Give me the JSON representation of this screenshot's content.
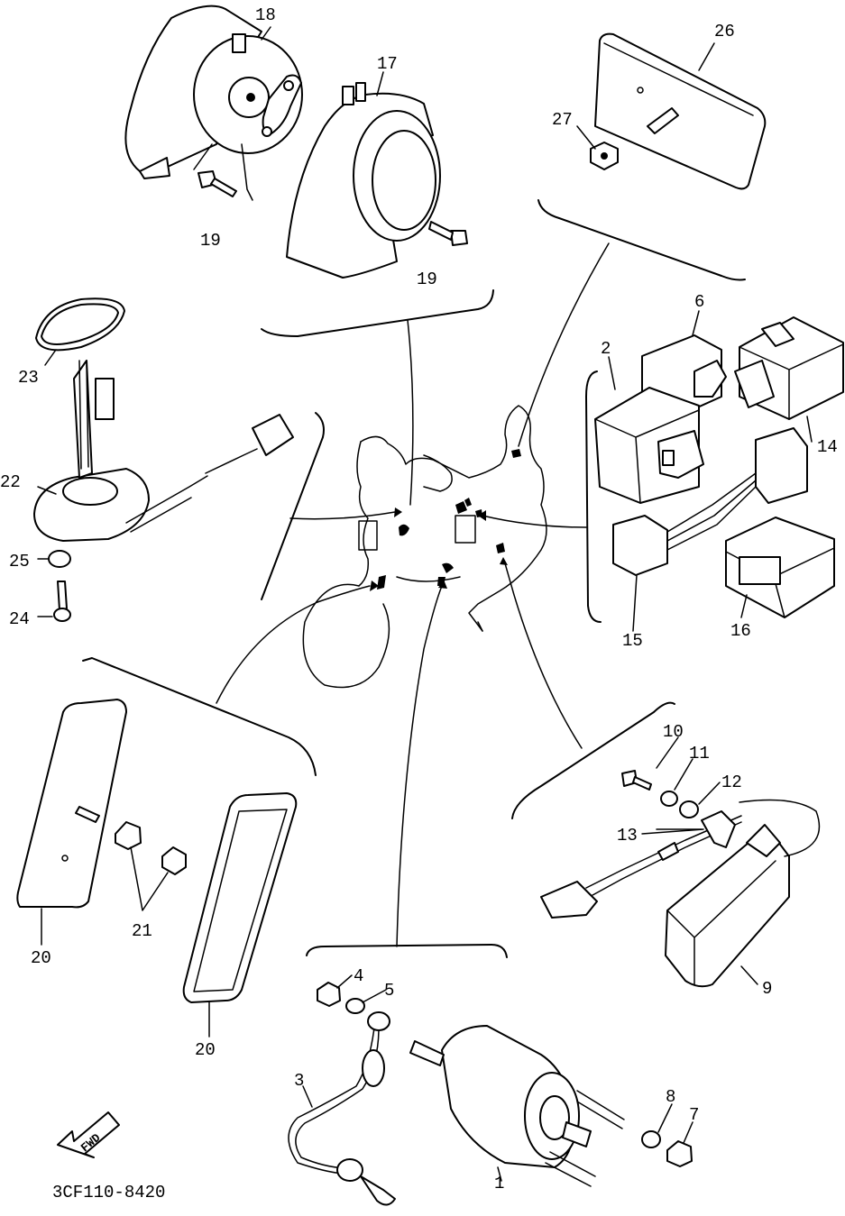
{
  "diagram": {
    "drawing_code": "3CF110-8420",
    "direction_label": "FWD",
    "callouts": {
      "c1": "1",
      "c2": "2",
      "c3": "3",
      "c4": "4",
      "c5": "5",
      "c6": "6",
      "c7": "7",
      "c8": "8",
      "c9": "9",
      "c10": "10",
      "c11": "11",
      "c12": "12",
      "c13": "13",
      "c14": "14",
      "c15": "15",
      "c16": "16",
      "c17": "17",
      "c18": "18",
      "c19a": "19",
      "c19b": "19",
      "c20a": "20",
      "c20b": "20",
      "c21": "21",
      "c22": "22",
      "c23": "23",
      "c24": "24",
      "c25": "25",
      "c26": "26",
      "c27": "27"
    }
  }
}
